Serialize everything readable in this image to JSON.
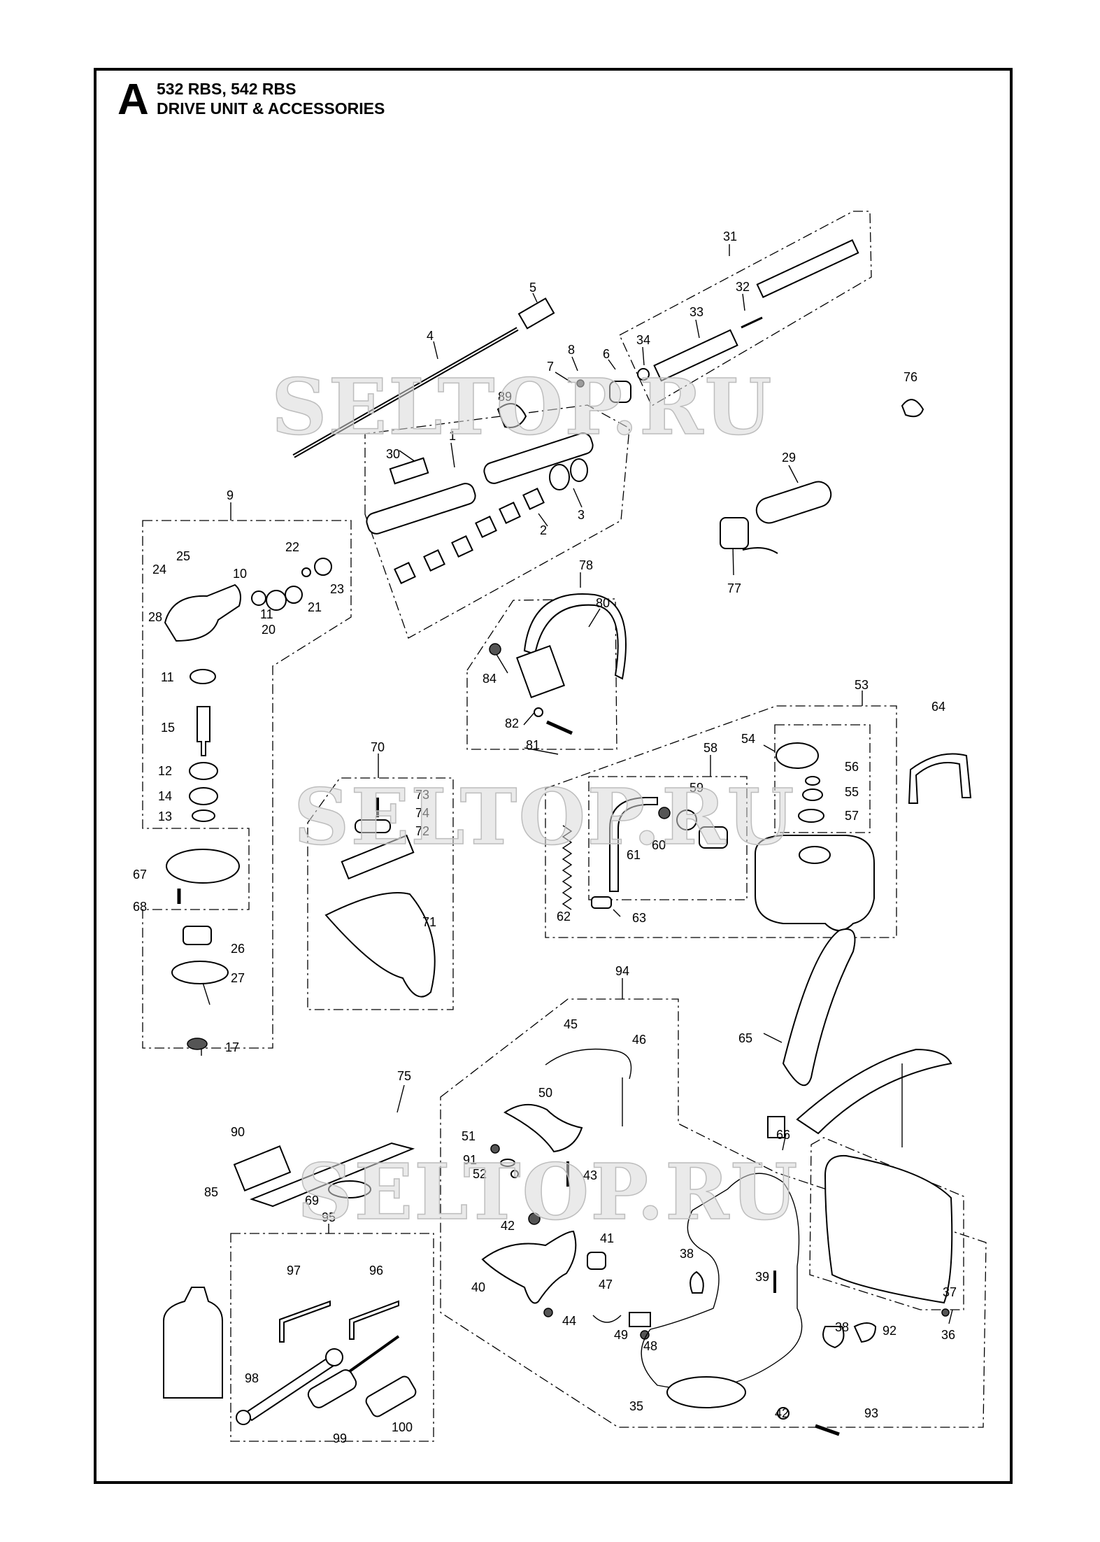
{
  "header": {
    "section_letter": "A",
    "models": "532 RBS, 542 RBS",
    "title": "DRIVE UNIT & ACCESSORIES"
  },
  "watermarks": [
    "SELTOP.RU",
    "SELTOP.RU",
    "SELTOP.RU"
  ],
  "callouts": [
    "1",
    "2",
    "3",
    "4",
    "5",
    "6",
    "7",
    "8",
    "9",
    "10",
    "11",
    "11",
    "12",
    "13",
    "14",
    "15",
    "17",
    "20",
    "21",
    "22",
    "23",
    "24",
    "25",
    "26",
    "27",
    "28",
    "29",
    "30",
    "31",
    "32",
    "33",
    "34",
    "35",
    "36",
    "37",
    "38",
    "38",
    "39",
    "40",
    "41",
    "42",
    "42",
    "43",
    "44",
    "45",
    "46",
    "47",
    "48",
    "49",
    "50",
    "51",
    "52",
    "53",
    "54",
    "55",
    "56",
    "57",
    "58",
    "59",
    "60",
    "61",
    "62",
    "63",
    "64",
    "65",
    "66",
    "67",
    "68",
    "69",
    "70",
    "71",
    "72",
    "73",
    "74",
    "75",
    "76",
    "77",
    "78",
    "80",
    "81",
    "82",
    "84",
    "85",
    "89",
    "90",
    "91",
    "92",
    "93",
    "94",
    "95",
    "96",
    "97",
    "98",
    "99",
    "100"
  ],
  "colors": {
    "ink": "#000000",
    "paper": "#ffffff",
    "watermark": "#d0d0d0"
  }
}
